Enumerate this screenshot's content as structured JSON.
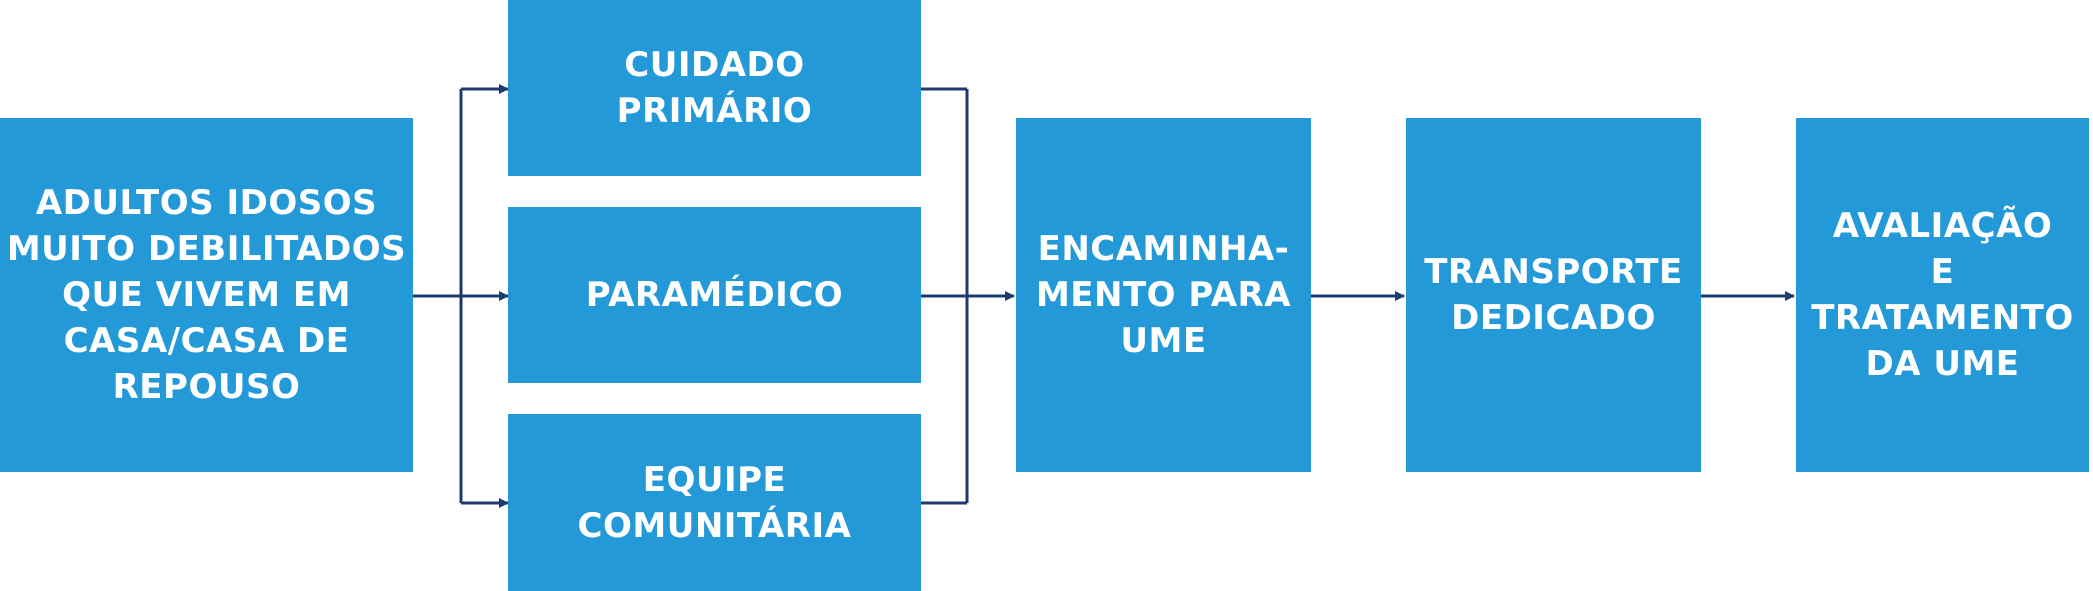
{
  "colors": {
    "box_fill": "#2399d8",
    "box_text": "#ffffff",
    "connector": "#1d3a6e",
    "background": "#ffffff"
  },
  "nodes": {
    "start": {
      "label": "ADULTOS IDOSOS\nMUITO DEBILITADOS\nQUE VIVEM EM\nCASA/CASA DE\nREPOUSO"
    },
    "primary_care": {
      "label": "CUIDADO\nPRIMÁRIO"
    },
    "paramedic": {
      "label": "PARAMÉDICO"
    },
    "community_team": {
      "label": "EQUIPE\nCOMUNITÁRIA"
    },
    "referral": {
      "label": "ENCAMINHA-\nMENTO PARA\nUME"
    },
    "transport": {
      "label": "TRANSPORTE\nDEDICADO"
    },
    "assessment": {
      "label": "AVALIAÇÃO\nE TRATAMENTO\nDA UME"
    }
  }
}
